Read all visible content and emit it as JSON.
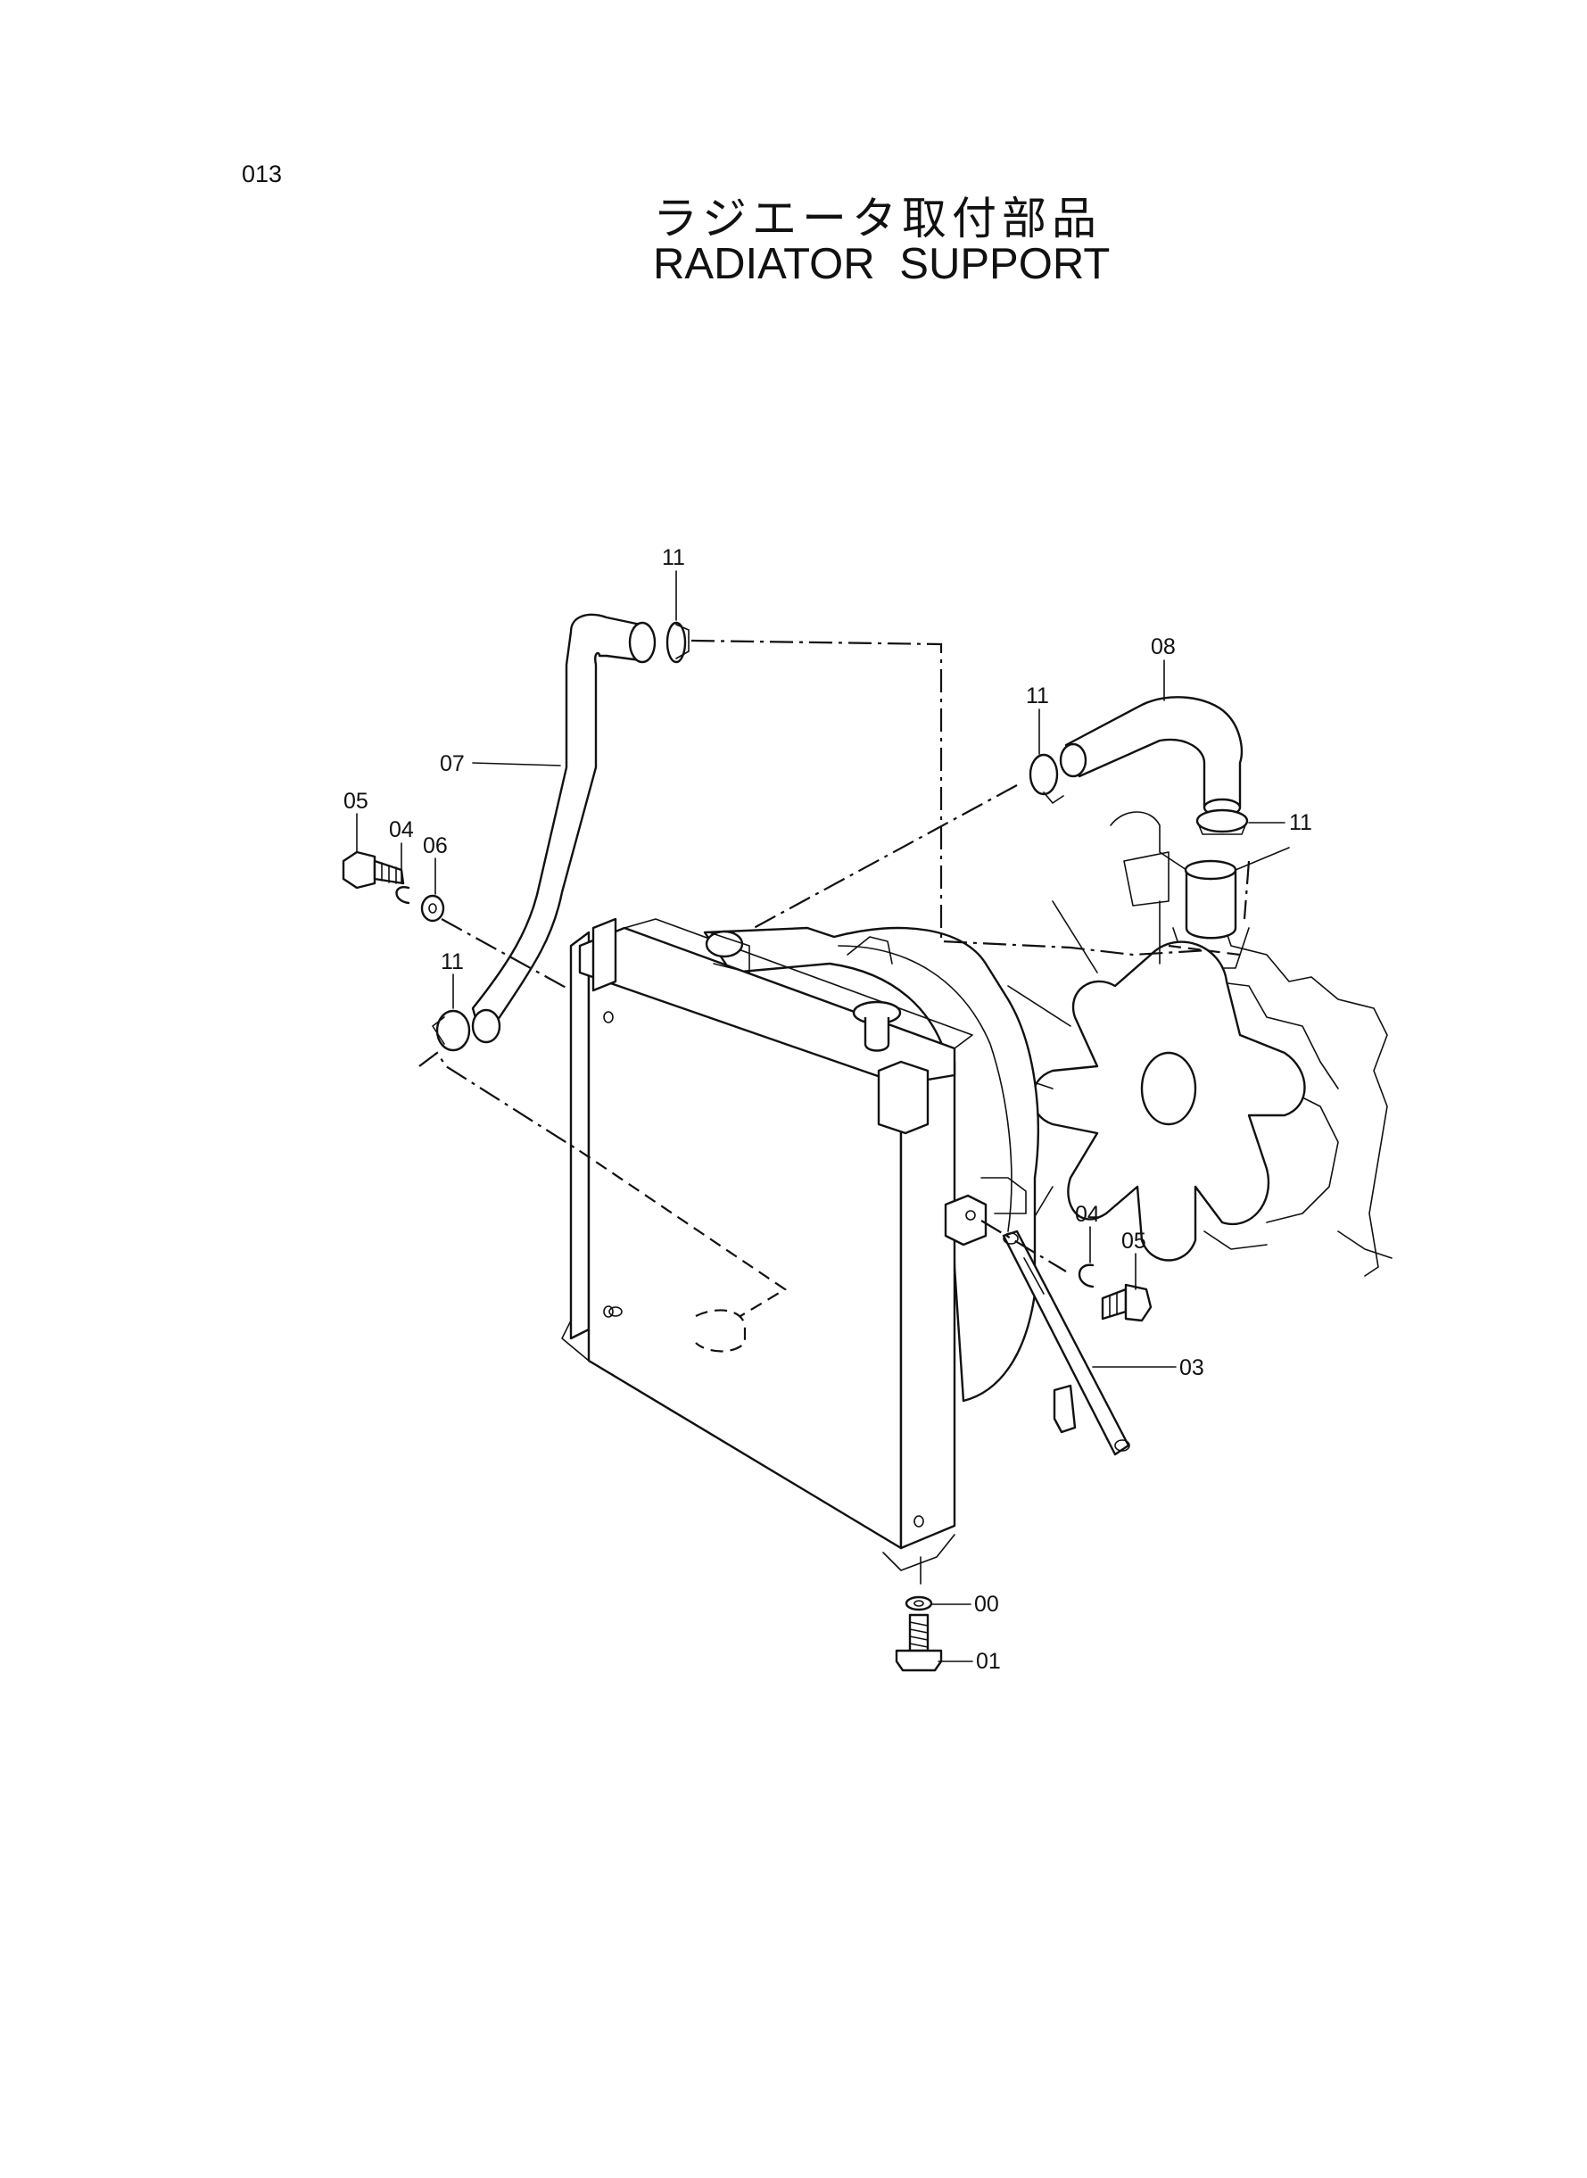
{
  "page": {
    "number": "013"
  },
  "title": {
    "japanese": "ラジエータ取付部品",
    "english": "RADIATOR SUPPORT"
  },
  "callouts": [
    {
      "id": "c-11-top",
      "text": "11"
    },
    {
      "id": "c-07",
      "text": "07"
    },
    {
      "id": "c-05-left",
      "text": "05"
    },
    {
      "id": "c-04-left",
      "text": "04"
    },
    {
      "id": "c-06",
      "text": "06"
    },
    {
      "id": "c-11-left",
      "text": "11"
    },
    {
      "id": "c-08",
      "text": "08"
    },
    {
      "id": "c-11-mid",
      "text": "11"
    },
    {
      "id": "c-11-right",
      "text": "11"
    },
    {
      "id": "c-04-right",
      "text": "04"
    },
    {
      "id": "c-05-right",
      "text": "05"
    },
    {
      "id": "c-03",
      "text": "03"
    },
    {
      "id": "c-00",
      "text": "00"
    },
    {
      "id": "c-01",
      "text": "01"
    }
  ]
}
